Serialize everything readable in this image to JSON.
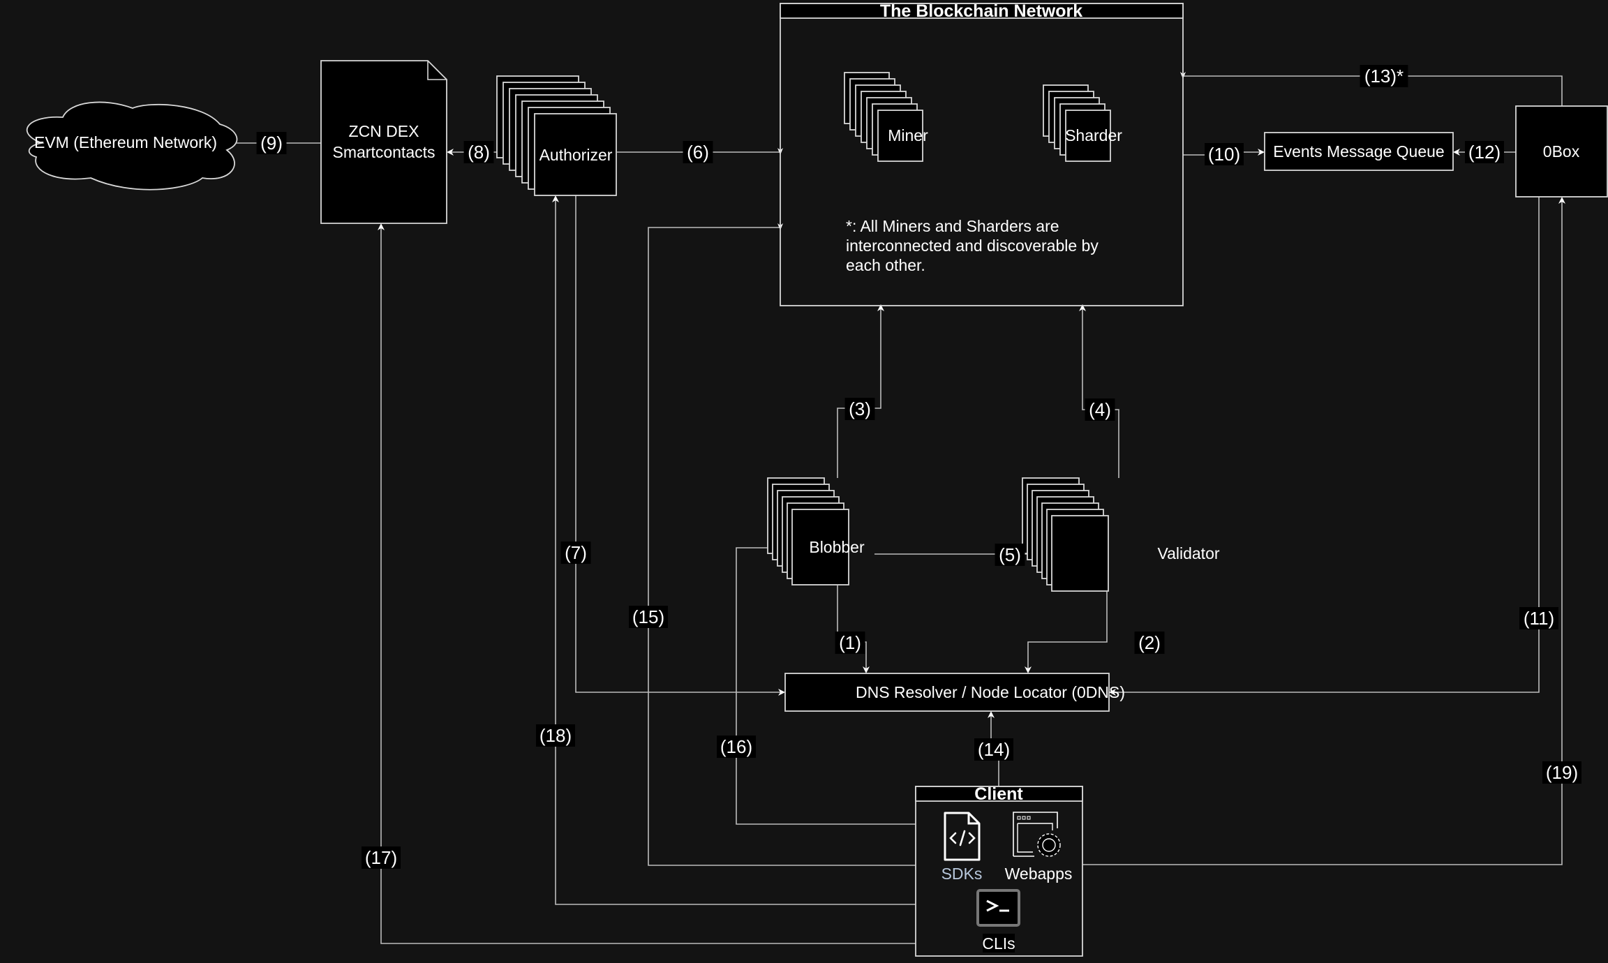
{
  "title": "The Blockchain Network",
  "nodes": {
    "evm": "EVM (Ethereum Network)",
    "zcn_line1": "ZCN DEX",
    "zcn_line2": "Smartcontacts",
    "authorizer": "Authorizer",
    "miner": "Miner",
    "sharder": "Sharder",
    "events_queue": "Events Message Queue",
    "zerobox": "0Box",
    "blobber": "Blobber",
    "validator": "Validator",
    "dns": "DNS Resolver / Node Locator (0DNS)",
    "client_header": "Client",
    "sdks": "SDKs",
    "webapps": "Webapps",
    "clis": "CLIs"
  },
  "note": {
    "line1": "*: All Miners and Sharders are",
    "line2": "interconnected and discoverable by",
    "line3": "each other."
  },
  "edges": {
    "e1": "(1)",
    "e2": "(2)",
    "e3": "(3)",
    "e4": "(4)",
    "e5": "(5)",
    "e6": "(6)",
    "e7": "(7)",
    "e8": "(8)",
    "e9": "(9)",
    "e10": "(10)",
    "e11": "(11)",
    "e12": "(12)",
    "e13": "(13)*",
    "e14": "(14)",
    "e15": "(15)",
    "e16": "(16)",
    "e17": "(17)",
    "e18": "(18)",
    "e19": "(19)"
  },
  "colors": {
    "background": "#131313",
    "node_fill": "#000000",
    "stroke": "#d8d8d8",
    "sdk_label": "#b8c8dc"
  }
}
